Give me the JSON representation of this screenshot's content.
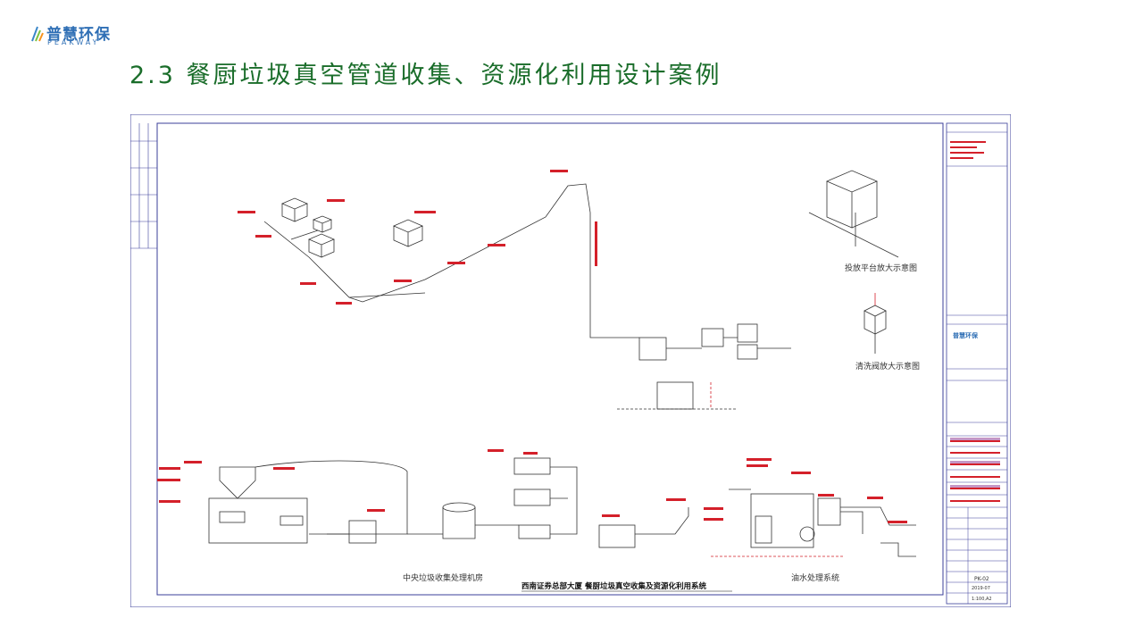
{
  "brand": {
    "name_cn": "普慧环保",
    "name_en": "PEAKWAY"
  },
  "slide_title": "2.3  餐厨垃圾真空管道收集、资源化利用设计案例",
  "drawing": {
    "drawing_title": "西南证券总部大厦 餐厨垃圾真空收集及资源化利用系统",
    "section_central_room": "中央垃圾收集处理机房",
    "section_oil_water": "油水处理系统",
    "detail_platform": "投放平台放大示意图",
    "detail_valve": "清洗阀放大示意图",
    "title_block": {
      "company": "普慧环保",
      "sheet_no": "PK-02",
      "date": "2019-07",
      "scale": "1:100,A2"
    }
  },
  "colors": {
    "title_green": "#1a6d2a",
    "logo_blue": "#2f6fb5",
    "drawing_red": "#d4202a",
    "frame_blue": "#3b3f9a",
    "accent_purple": "#8b2e8b"
  }
}
